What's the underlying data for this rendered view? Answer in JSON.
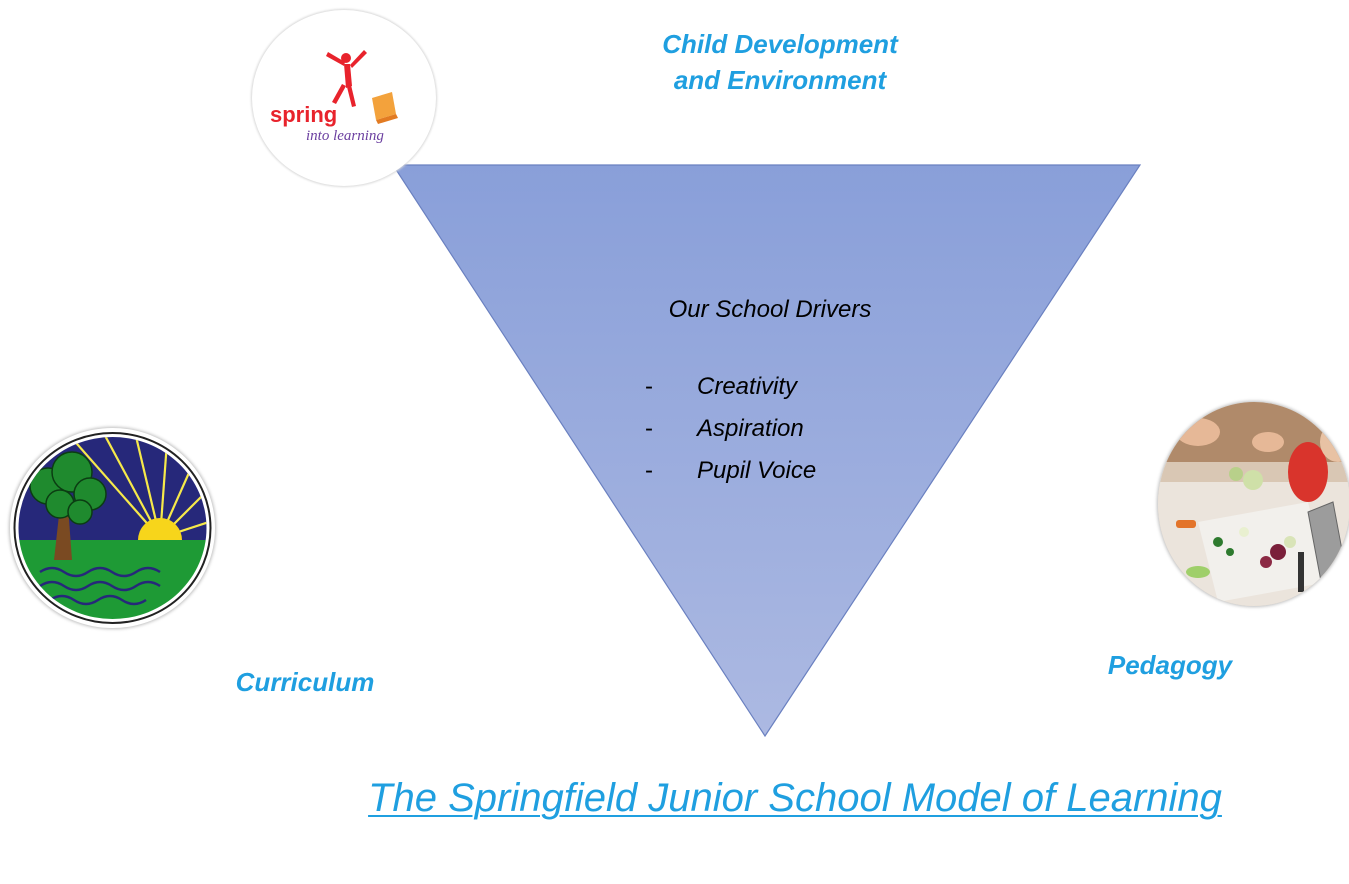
{
  "labels": {
    "top": "Child Development\nand Environment",
    "left": "Curriculum",
    "right": "Pedagogy"
  },
  "center": {
    "title": "Our School Drivers",
    "drivers": [
      "Creativity",
      "Aspiration",
      "Pupil Voice"
    ],
    "bullet": "-"
  },
  "page_title": "The Springfield Junior School Model of Learning",
  "logo_text": {
    "spring": "spring",
    "into_learning": "into learning"
  },
  "icons": {
    "spring_logo": "spring-into-learning-logo",
    "school_logo": "tree-sun-river-logo",
    "pedagogy_photo": "children-cutting-vegetables-photo"
  },
  "colors": {
    "accent": "#1f9fe0",
    "triangle_top": "#8aa0d8",
    "triangle_bottom": "#a9b7e0",
    "triangle_stroke": "#5f75b8"
  }
}
